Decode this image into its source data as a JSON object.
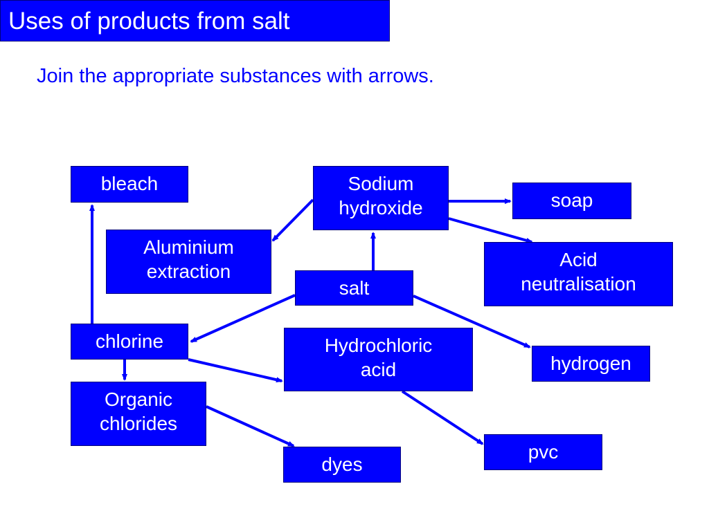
{
  "title": "Uses of products from salt",
  "instruction": "Join the appropriate substances with arrows.",
  "colors": {
    "box_fill": "#0000ff",
    "box_text": "#ffffff",
    "arrow": "#0000ff",
    "instruction_text": "#0000ff"
  },
  "nodes": {
    "bleach": "bleach",
    "sodium_hydroxide": "Sodium\nhydroxide",
    "soap": "soap",
    "aluminium_extraction": "Aluminium\nextraction",
    "acid_neutralisation": "Acid\nneutralisation",
    "salt": "salt",
    "chlorine": "chlorine",
    "hydrochloric_acid": "Hydrochloric\nacid",
    "hydrogen": "hydrogen",
    "organic_chlorides": "Organic\nchlorides",
    "pvc": "pvc",
    "dyes": "dyes"
  },
  "edges": [
    {
      "from": "salt",
      "to": "sodium_hydroxide"
    },
    {
      "from": "salt",
      "to": "chlorine"
    },
    {
      "from": "salt",
      "to": "hydrogen"
    },
    {
      "from": "sodium_hydroxide",
      "to": "soap"
    },
    {
      "from": "sodium_hydroxide",
      "to": "acid_neutralisation"
    },
    {
      "from": "sodium_hydroxide",
      "to": "aluminium_extraction"
    },
    {
      "from": "chlorine",
      "to": "bleach"
    },
    {
      "from": "chlorine",
      "to": "organic_chlorides"
    },
    {
      "from": "chlorine",
      "to": "hydrochloric_acid"
    },
    {
      "from": "organic_chlorides",
      "to": "dyes"
    },
    {
      "from": "hydrochloric_acid",
      "to": "pvc"
    }
  ]
}
